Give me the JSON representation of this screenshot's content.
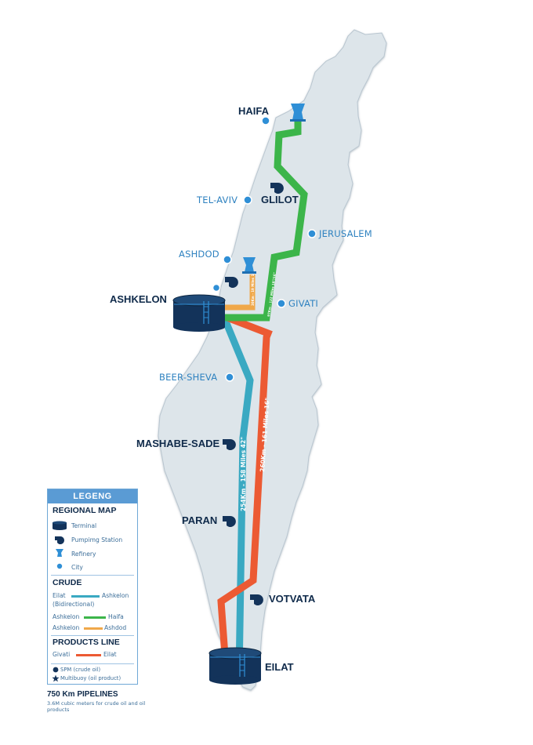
{
  "places": {
    "haifa": "HAIFA",
    "glilot": "GLILOT",
    "ashkelon": "ASHKELON",
    "mashabe_sade": "MASHABE-SADE",
    "paran": "PARAN",
    "votvata": "VOTVATA",
    "eilat": "EILAT"
  },
  "cities": {
    "tel_aviv": "TEL-AVIV",
    "jerusalem": "JERUSALEM",
    "ashdod": "ASHDOD",
    "givati": "GIVATI",
    "beer_sheva": "BEER-SHEVA"
  },
  "pipeline_labels": {
    "crude_main": "254Km - 158 Miles 42\"",
    "products_main": "260Km - 161 Miles 16\"",
    "haifa_line": "97Km - 122 Miles 18\"/16\"",
    "ashdod_line": "30Km - 19 Miles 16\""
  },
  "legend": {
    "title": "LEGENG",
    "regional_map": "REGIONAL MAP",
    "terminal": "Terminal",
    "pumping_station": "Pumpimg Station",
    "refinery": "Refinery",
    "city": "City",
    "crude": "CRUDE",
    "eilat_from": "Eilat",
    "ashkelon_to": "Ashkelon",
    "bidirectional": "(Bidirectional)",
    "ashkelon_from_1": "Ashkelon",
    "haifa_to": "Haifa",
    "ashkelon_from_2": "Ashkelon",
    "ashdod_to": "Ashdod",
    "products_line": "PRODUCTS LINE",
    "givati_from": "Givati",
    "eilat_to": "Eilat",
    "spm": "SPM (crude oil)",
    "multibuoy": "Multibuoy (oil product)"
  },
  "footer": {
    "heading": "750 Km PIPELINES",
    "text": "3.6M cubic meters for crude oil and oil products"
  },
  "colors": {
    "land": "#dde5ea",
    "crude": "#3aa9c2",
    "haifa_line": "#3cb54a",
    "ashdod_line": "#f0a84a",
    "products": "#ec5a33",
    "navy": "#13335a",
    "accent_blue": "#2f8fd6"
  }
}
